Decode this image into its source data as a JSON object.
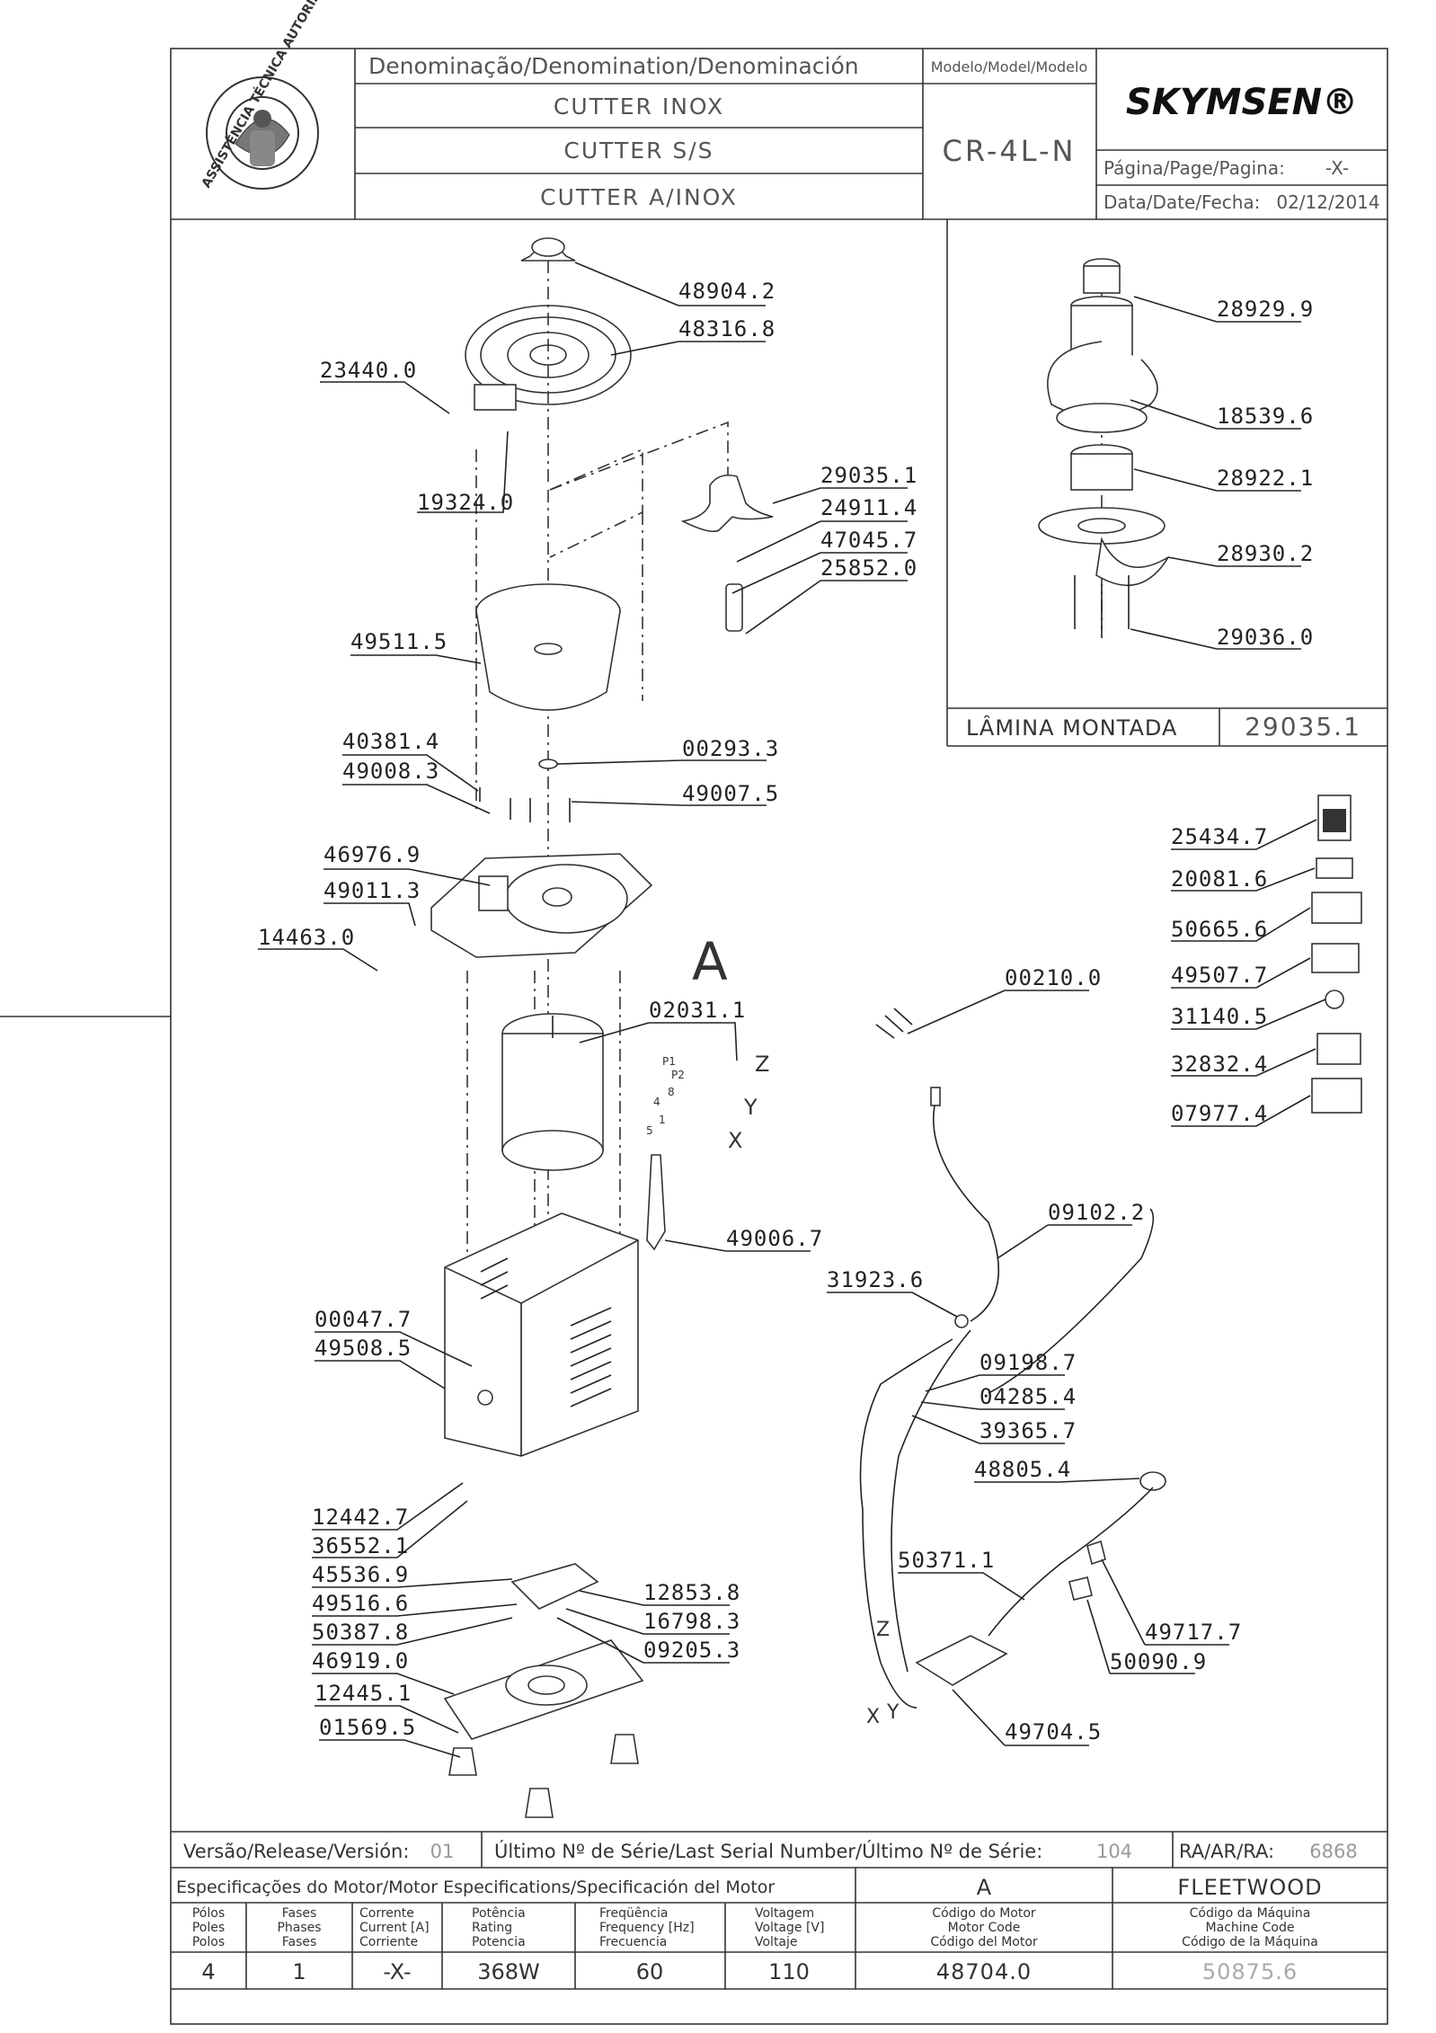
{
  "header": {
    "denomination_label": "Denominação/Denomination/Denominación",
    "names": [
      "CUTTER INOX",
      "CUTTER S/S",
      "CUTTER A/INOX"
    ],
    "model_label": "Modelo/Model/Modelo",
    "model_value": "CR-4L-N",
    "brand": "SKYMSEN®",
    "page_label": "Página/Page/Pagina:",
    "page_value": "-X-",
    "date_label": "Data/Date/Fecha:",
    "date_value": "02/12/2014",
    "seal_text": "ASSISTÊNCIA TÉCNICA AUTORIZADA"
  },
  "main_parts": [
    "48904.2",
    "48316.8",
    "23440.0",
    "19324.0",
    "29035.1",
    "24911.4",
    "47045.7",
    "25852.0",
    "49511.5",
    "40381.4",
    "49008.3",
    "00293.3",
    "49007.5",
    "46976.9",
    "49011.3",
    "14463.0",
    "02031.1",
    "49006.7",
    "00047.7",
    "49508.5",
    "12442.7",
    "36552.1",
    "45536.9",
    "49516.6",
    "50387.8",
    "12853.8",
    "16798.3",
    "09205.3",
    "46919.0",
    "12445.1",
    "01569.5"
  ],
  "view_letter": "A",
  "wire_terminals": [
    "P1",
    "P2",
    "8",
    "4",
    "1",
    "5"
  ],
  "wire_groups": [
    "Z",
    "Y",
    "X"
  ],
  "blade_inset": {
    "parts": [
      "28929.9",
      "18539.6",
      "28922.1",
      "28930.2",
      "29036.0"
    ],
    "assembly_label": "LÂMINA MONTADA",
    "assembly_code": "29035.1"
  },
  "labels_parts": [
    "25434.7",
    "20081.6",
    "50665.6",
    "49507.7",
    "31140.5",
    "32832.4",
    "07977.4"
  ],
  "electrical_parts": [
    "00210.0",
    "09102.2",
    "31923.6",
    "09198.7",
    "04285.4",
    "39365.7",
    "48805.4",
    "50371.1",
    "49717.7",
    "50090.9",
    "49704.5"
  ],
  "board_letters": [
    "Z",
    "X",
    "Y"
  ],
  "footer": {
    "version_label": "Versão/Release/Versión:",
    "version_value": "01",
    "serial_label": "Último Nº de Série/Last Serial Number/Último Nº de Série:",
    "serial_value": "104",
    "ra_label": "RA/AR/RA:",
    "ra_value": "6868",
    "motor_spec_label": "Especificações do Motor/Motor Especifications/Specificación del Motor",
    "motor_letter": "A",
    "motor_brand": "FLEETWOOD",
    "columns": [
      {
        "l1": "Pólos",
        "l2": "Poles",
        "l3": "Polos",
        "value": "4"
      },
      {
        "l1": "Fases",
        "l2": "Phases",
        "l3": "Fases",
        "value": "1"
      },
      {
        "l1": "Corrente",
        "l2": "Current [A]",
        "l3": "Corriente",
        "value": "-X-"
      },
      {
        "l1": "Potência",
        "l2": "Rating",
        "l3": "Potencia",
        "value": "368W"
      },
      {
        "l1": "Freqüência",
        "l2": "Frequency [Hz]",
        "l3": "Frecuencia",
        "value": "60"
      },
      {
        "l1": "Voltagem",
        "l2": "Voltage [V]",
        "l3": "Voltaje",
        "value": "110"
      },
      {
        "l1": "Código do Motor",
        "l2": "Motor Code",
        "l3": "Código del Motor",
        "value": "48704.0"
      },
      {
        "l1": "Código da Máquina",
        "l2": "Machine Code",
        "l3": "Código de la Máquina",
        "value": "50875.6"
      }
    ]
  }
}
